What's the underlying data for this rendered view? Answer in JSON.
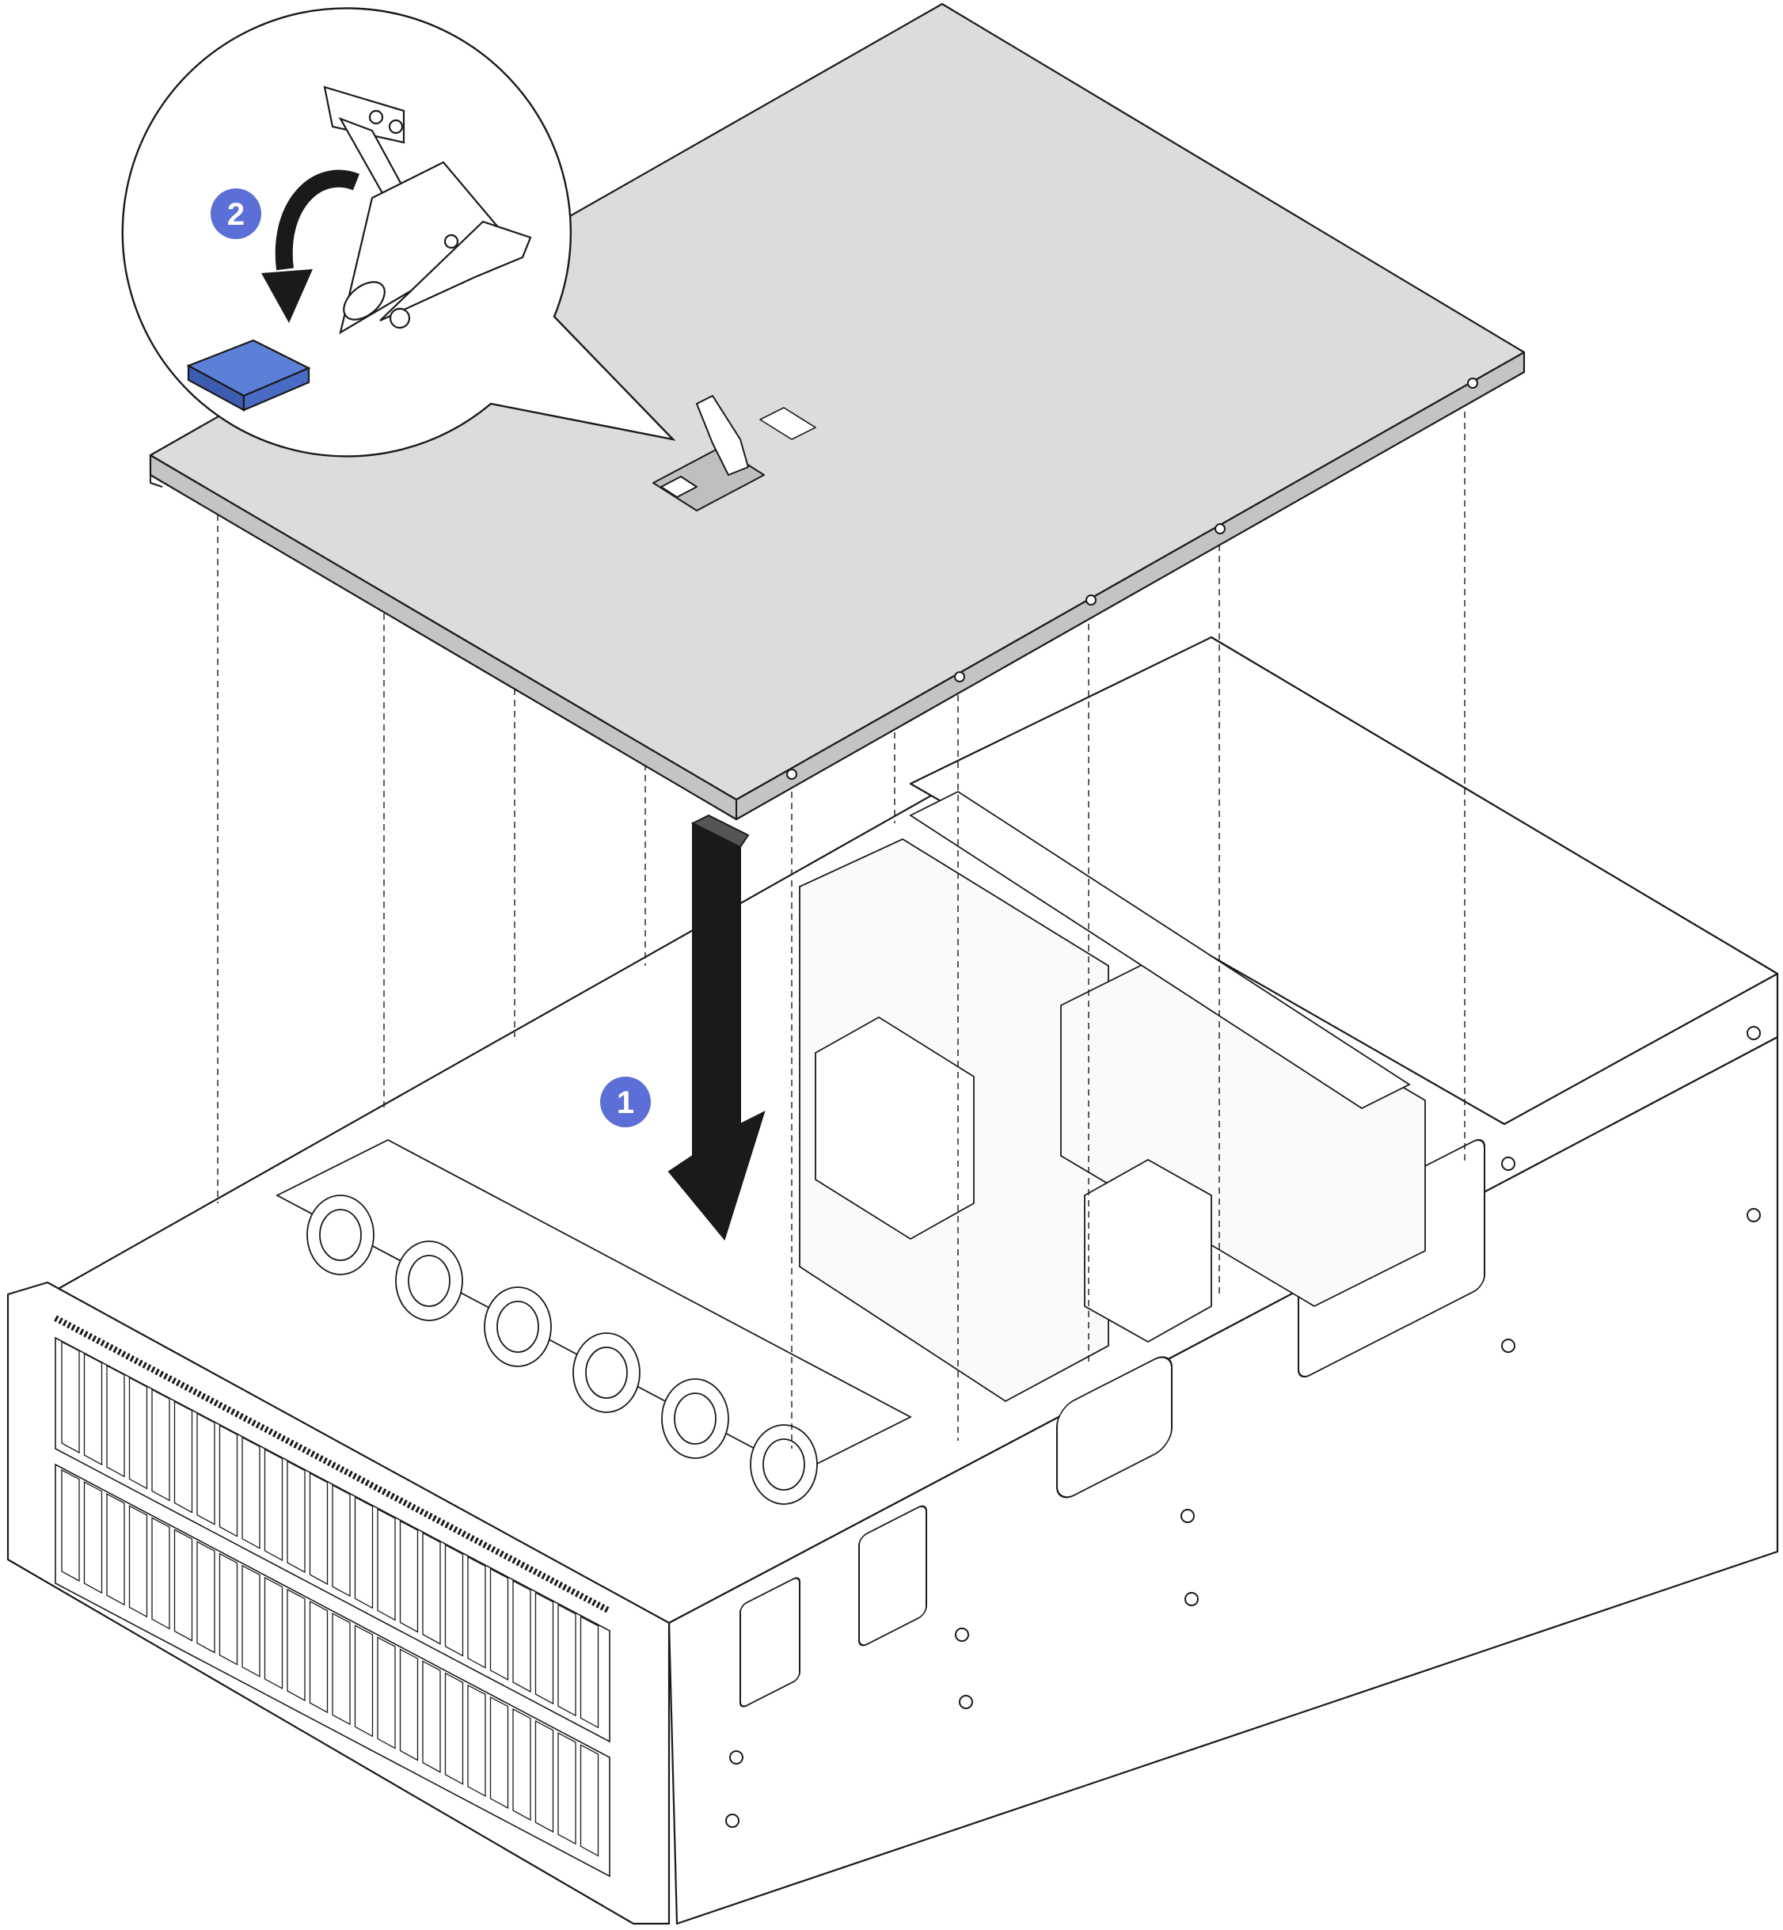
{
  "steps": [
    {
      "number": "1",
      "meaning": "lower-top-cover"
    },
    {
      "number": "2",
      "meaning": "close-cover-latch"
    }
  ],
  "colors": {
    "cover": "#dcdcdc",
    "cover_edge": "#c4c4c4",
    "outline": "#1a1a1a",
    "callout_badge": "#5b6fd6",
    "latch_tab": "#5c7fd8",
    "arrow": "#1a1a1a"
  },
  "icons": {
    "down_arrow": "down-arrow-icon",
    "rotate_arrow": "curved-arrow-icon"
  }
}
